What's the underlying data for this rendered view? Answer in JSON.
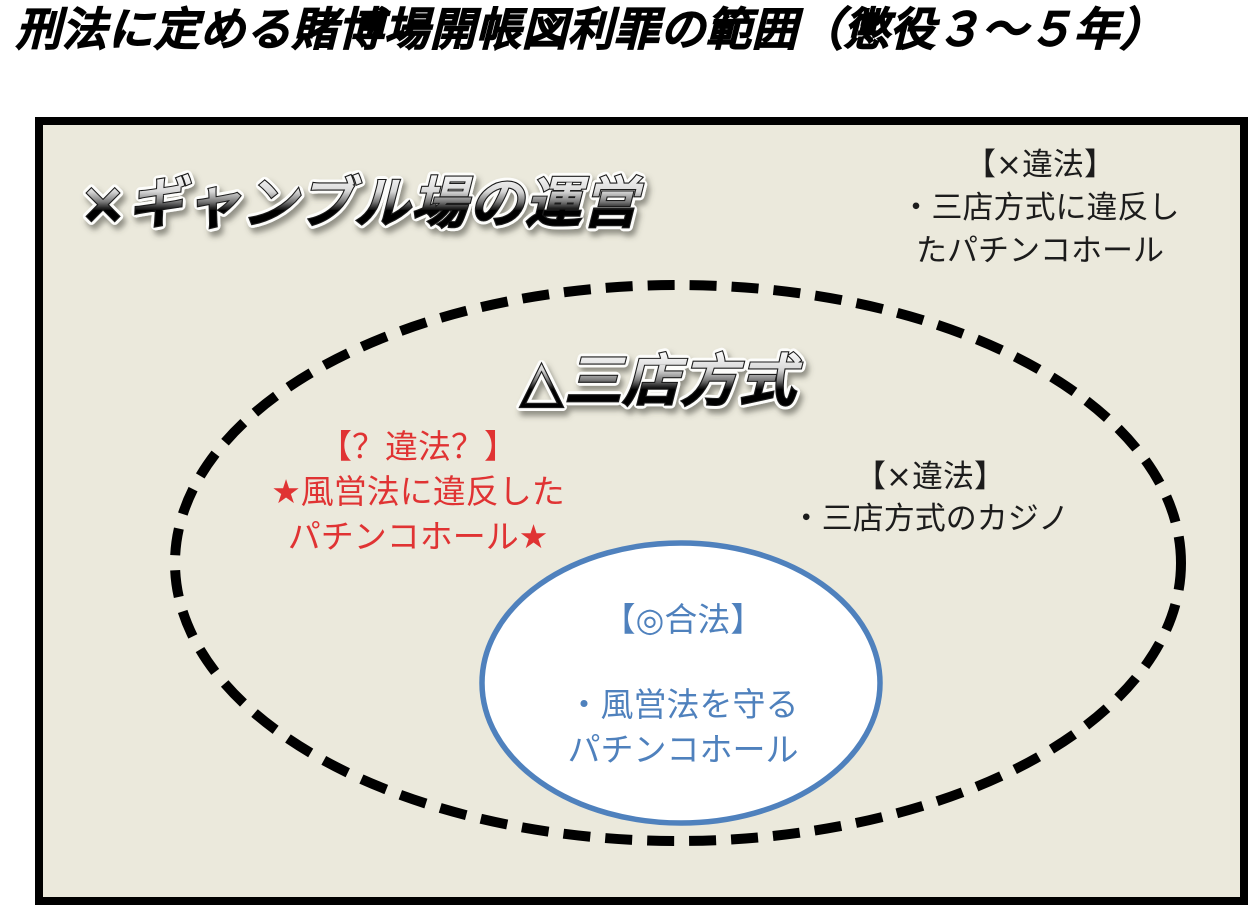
{
  "title": "刑法に定める賭博場開帳図利罪の範囲（懲役３～５年）",
  "colors": {
    "box_fill": "#ebe9dc",
    "accent_blue": "#4f81bd",
    "warn_red": "#e03333",
    "ink": "#1c1c1c"
  },
  "diagram": {
    "gambling_label": "×ギャンブル場の運営",
    "santen_label": "△三店方式",
    "notes": {
      "violating_pachinko": {
        "heading": "【×違法】",
        "lines": [
          "・三店方式に違反し",
          "たパチンコホール"
        ]
      },
      "santen_casino": {
        "heading": "【×違法】",
        "lines": [
          "・三店方式のカジノ"
        ]
      },
      "questionable_pachinko": {
        "heading": "【？違法？】",
        "lines": [
          "★風営法に違反した",
          "パチンコホール★"
        ]
      },
      "legal_pachinko": {
        "heading": "【◎合法】",
        "lines": [
          "・風営法を守る",
          "パチンコホール"
        ]
      }
    }
  }
}
